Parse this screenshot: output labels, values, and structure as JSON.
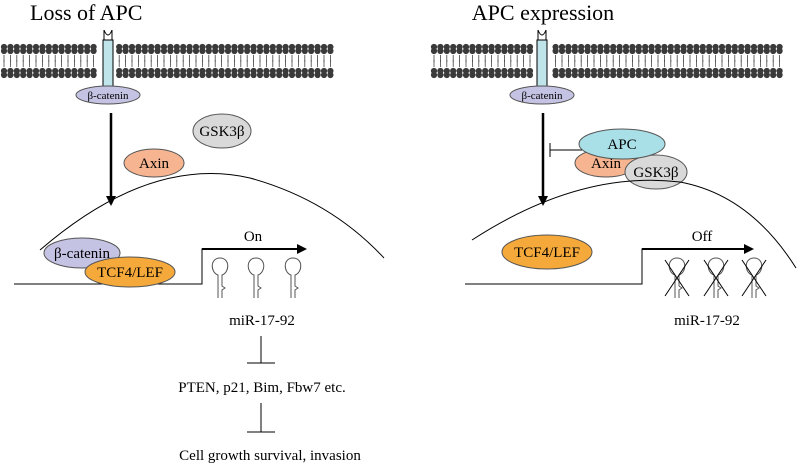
{
  "left_panel": {
    "title": "Loss of APC",
    "beta_catenin_membrane": "β-catenin",
    "gsk3b": "GSK3β",
    "axin": "Axin",
    "beta_catenin_nucleus": "β-catenin",
    "tcf4_lef": "TCF4/LEF",
    "transcription_state": "On",
    "mirna": "miR-17-92",
    "targets": "PTEN, p21, Bim,  Fbw7 etc.",
    "outcome": "Cell growth survival,  invasion"
  },
  "right_panel": {
    "title": "APC expression",
    "beta_catenin_membrane": "β-catenin",
    "apc": "APC",
    "axin": "Axin",
    "gsk3b": "GSK3β",
    "tcf4_lef": "TCF4/LEF",
    "transcription_state": "Off",
    "mirna": "miR-17-92"
  },
  "colors": {
    "beta_catenin": "#c5c3e3",
    "gsk3b": "#d9d9d9",
    "axin": "#f6b590",
    "tcf4_lef": "#f6a93b",
    "apc": "#a9dfe6",
    "receptor": "#bfe4ea",
    "membrane_bead": "#3a3a3a"
  }
}
